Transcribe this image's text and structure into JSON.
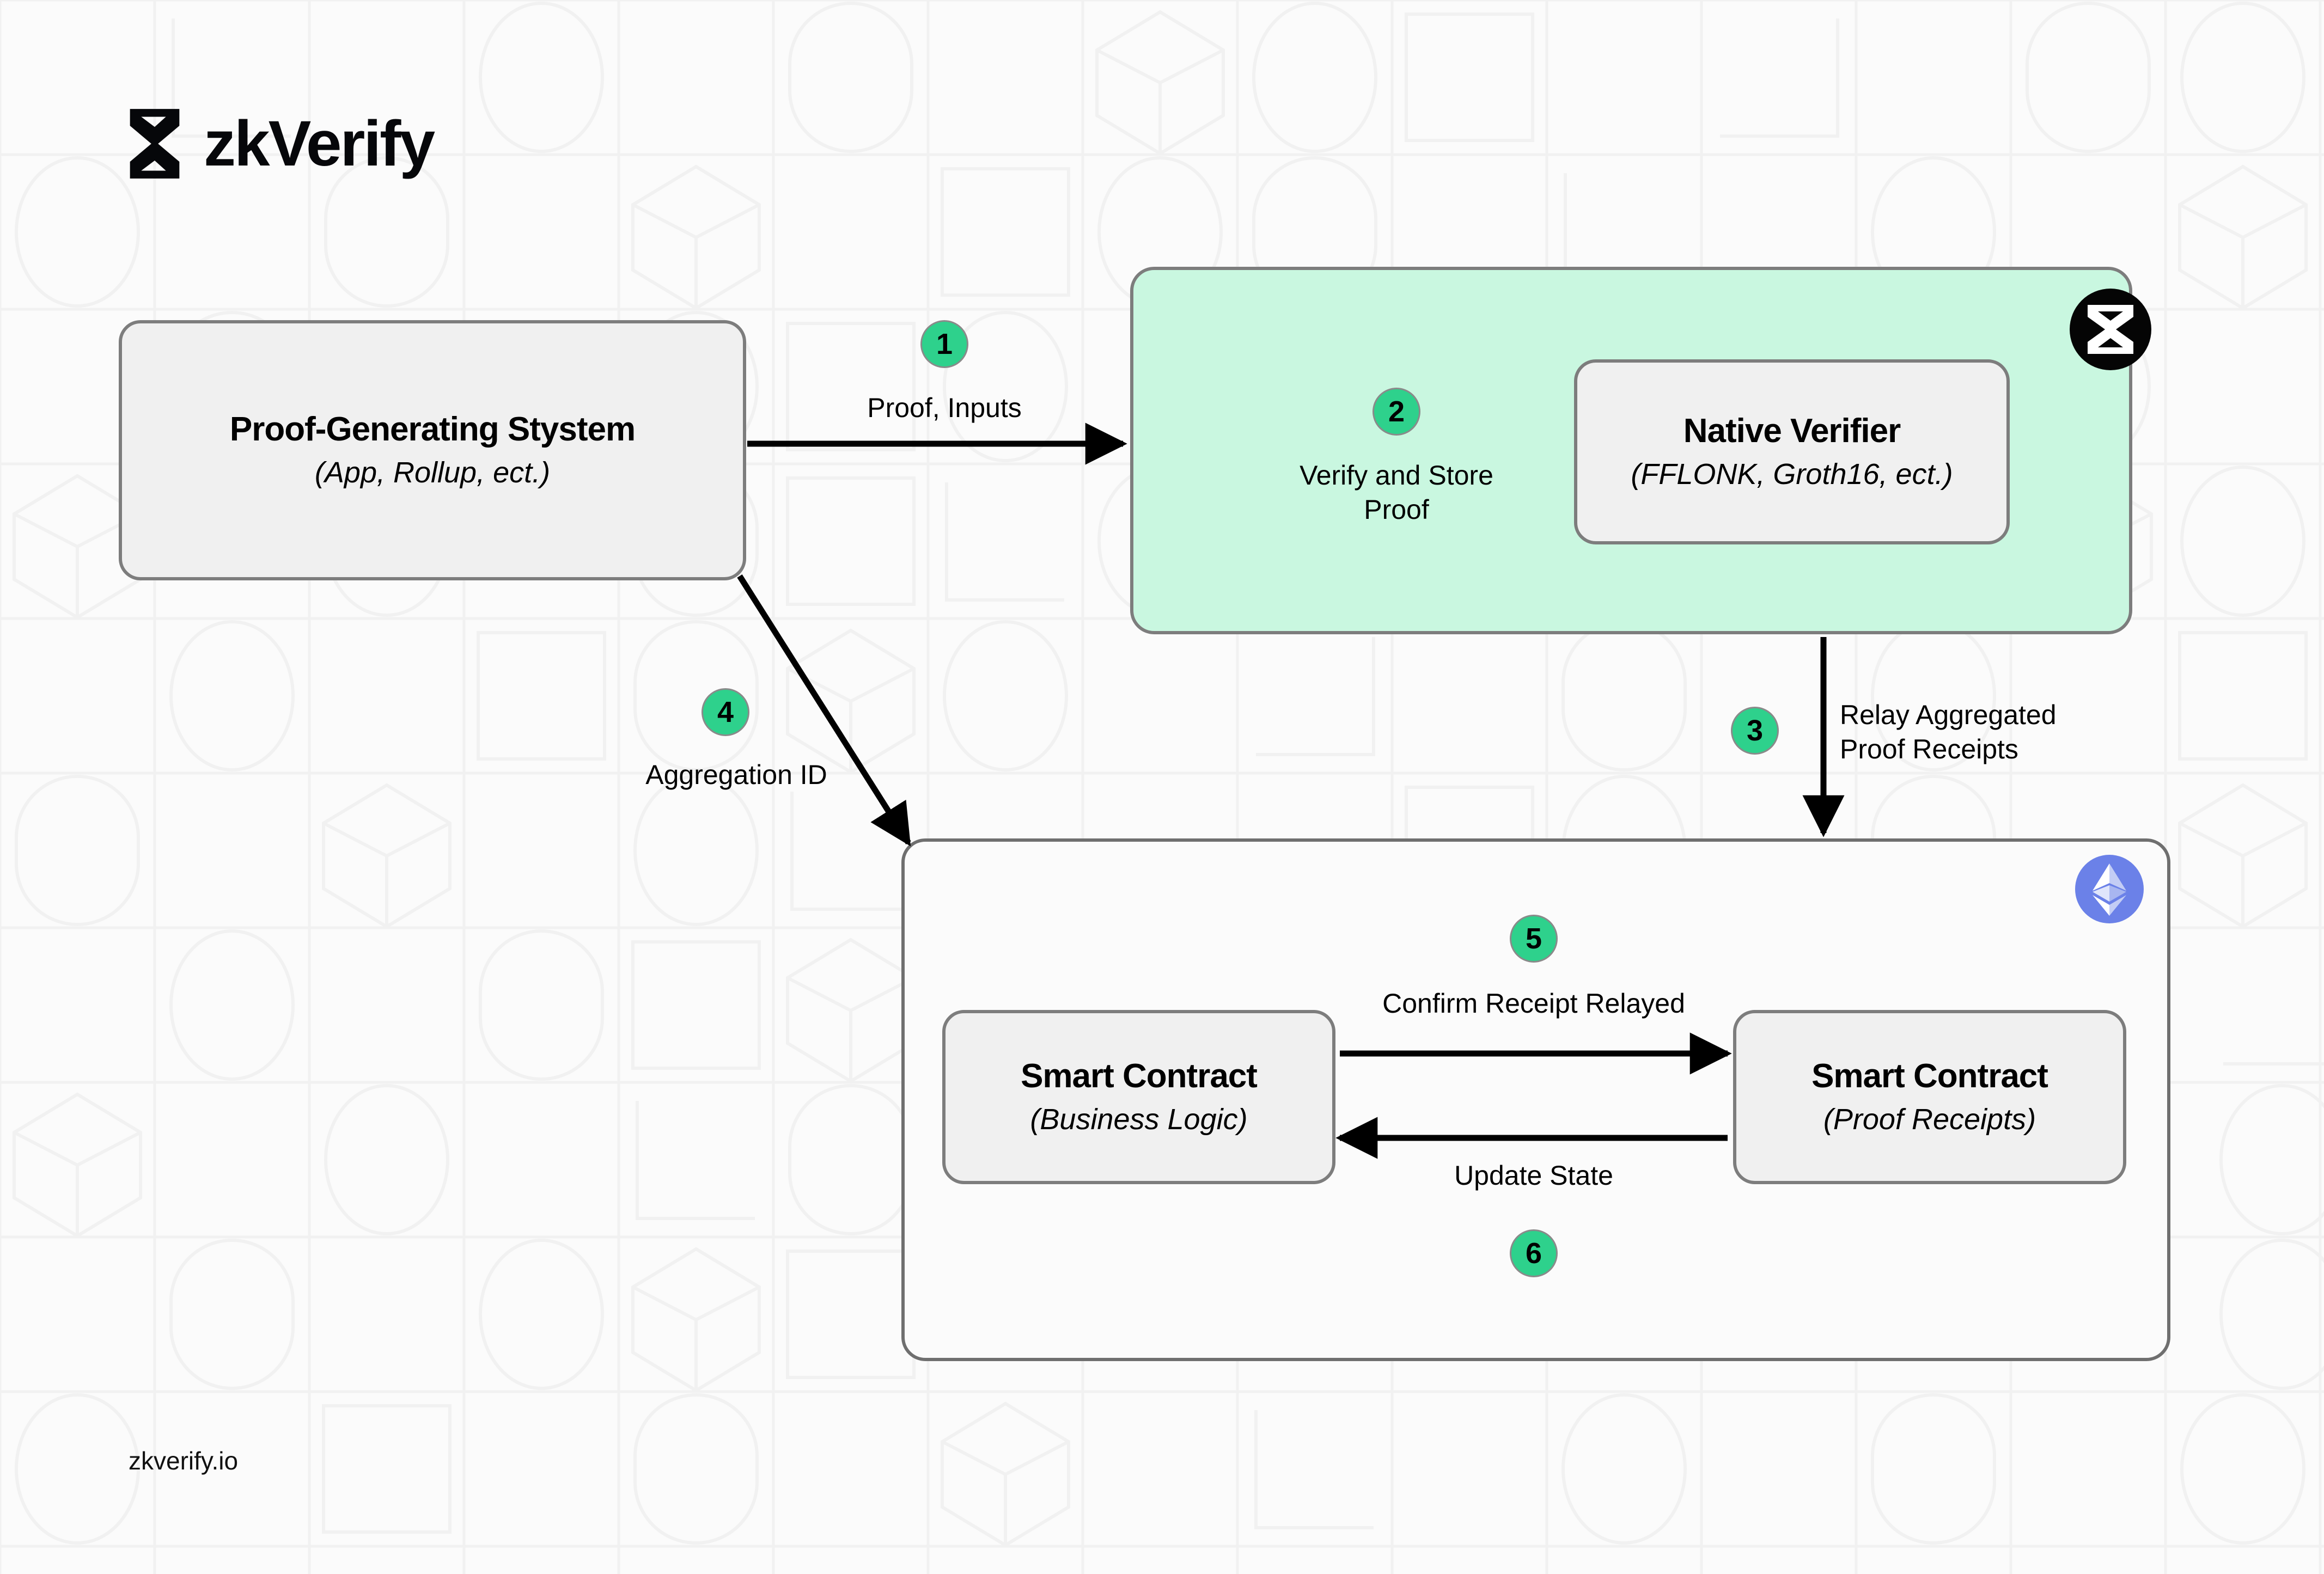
{
  "brand": {
    "wordmark": "zkVerify",
    "mark_icon": "zkverify-hourglass-icon"
  },
  "footer": {
    "url": "zkverify.io"
  },
  "colors": {
    "accent_green": "#2ed18c",
    "panel_green": "#c9f7e0",
    "node_gray": "#f0f0f0",
    "border_gray": "#7d7d7d",
    "ethereum_blue": "#6b81e8",
    "page_background": "#fbfbfb",
    "text": "#000000"
  },
  "nodes": {
    "proof_generating_system": {
      "title": "Proof-Generating Stystem",
      "subtitle": "(App, Rollup, ect.)"
    },
    "native_verifier": {
      "title": "Native Verifier",
      "subtitle": "(FFLONK, Groth16, ect.)"
    },
    "smart_contract_business_logic": {
      "title": "Smart Contract",
      "subtitle": "(Business Logic)"
    },
    "smart_contract_proof_receipts": {
      "title": "Smart Contract",
      "subtitle": "(Proof Receipts)"
    }
  },
  "panels": {
    "zkverify": {
      "logo_icon": "zkverify-badge-icon"
    },
    "ethereum": {
      "logo_icon": "ethereum-diamond-icon"
    }
  },
  "steps": [
    {
      "number": "1",
      "label": "Proof, Inputs"
    },
    {
      "number": "2",
      "label": "Verify and Store\nProof"
    },
    {
      "number": "3",
      "label": "Relay Aggregated\nProof Receipts"
    },
    {
      "number": "4",
      "label": "Aggregation ID"
    },
    {
      "number": "5",
      "label": "Confirm Receipt Relayed"
    },
    {
      "number": "6",
      "label": "Update State"
    }
  ]
}
